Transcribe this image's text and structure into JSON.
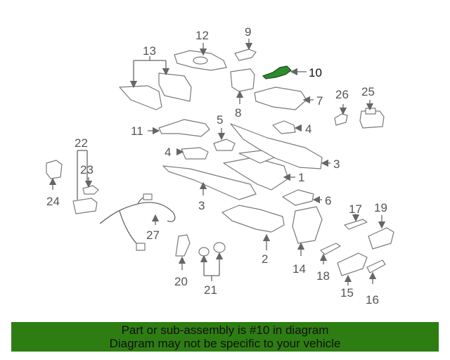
{
  "diagram": {
    "highlight_color": "#2e8b2e",
    "callouts": {
      "c1": "1",
      "c2": "2",
      "c3a": "3",
      "c3b": "3",
      "c4a": "4",
      "c4b": "4",
      "c5": "5",
      "c6": "6",
      "c7": "7",
      "c8": "8",
      "c9": "9",
      "c10": "10",
      "c11": "11",
      "c12": "12",
      "c13": "13",
      "c14": "14",
      "c15": "15",
      "c16": "16",
      "c17": "17",
      "c18": "18",
      "c19": "19",
      "c20": "20",
      "c21": "21",
      "c22": "22",
      "c23": "23",
      "c24": "24",
      "c25": "25",
      "c26": "26",
      "c27": "27"
    }
  },
  "footer": {
    "line1": "Part or sub-assembly is #10 in diagram",
    "line2": "Diagram may not be specific to your vehicle",
    "color": "#2e7d12"
  }
}
